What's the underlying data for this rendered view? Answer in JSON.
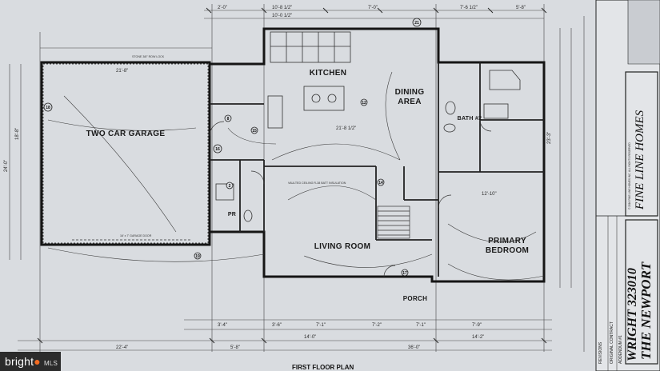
{
  "plan": {
    "title": "FIRST FLOOR PLAN",
    "rooms": {
      "garage": "TWO CAR GARAGE",
      "kitchen": "KITCHEN",
      "dining_1": "DINING",
      "dining_2": "AREA",
      "living": "LIVING ROOM",
      "primary_1": "PRIMARY",
      "primary_2": "BEDROOM",
      "bath": "BATH #2",
      "porch": "PORCH",
      "powder": "PR"
    },
    "dimensions": {
      "top_a": "2'-0\"",
      "top_b": "10'-8 1/2\"",
      "top_c": "7'-0\"",
      "top_d": "7'-6 1/2\"",
      "top_e": "5'-8\"",
      "top_f": "10'-0 1/2\"",
      "kitchen_w": "21'-8 1/2\"",
      "garage_w": "21'-8\"",
      "right_a": "23'-3\"",
      "right_b": "12'-10\"",
      "left_a": "24'-0\"",
      "left_b": "18'-8\"",
      "bottom_a": "3'-4\"",
      "bottom_b": "3'-6\"",
      "bottom_c": "7'-1\"",
      "bottom_d": "7'-2\"",
      "bottom_e": "7'-1\"",
      "bottom_f": "7'-9\"",
      "bottom_g": "14'-0\"",
      "bottom_h": "14'-2\"",
      "overall_left": "22'-4\"",
      "overall_mid": "5'-8\"",
      "overall_right": "36'-0\""
    },
    "notes": {
      "vaulted": "VAULTED CEILING R-38 BATT INSULATION",
      "garage_door": "16' x 7' GARAGE DOOR",
      "stone": "STONE 3/8\" ROW LOCK"
    },
    "callouts": [
      "18",
      "21",
      "12",
      "14",
      "15",
      "16",
      "17",
      "19",
      "8",
      "2"
    ]
  },
  "title_block": {
    "company": "FINE LINE HOMES",
    "plan_name": "THE NEWPORT",
    "code": "WRIGHT 323010",
    "revisions": "REVISIONS",
    "contract": "ORIGINAL CONTRACT",
    "addendum": "ADDENDUM #1",
    "copyright": "© 2016 FINE LINE HOMES INC. ALL RIGHTS RESERVED"
  },
  "watermark": {
    "brand": "bright",
    "suffix": "MLS"
  }
}
